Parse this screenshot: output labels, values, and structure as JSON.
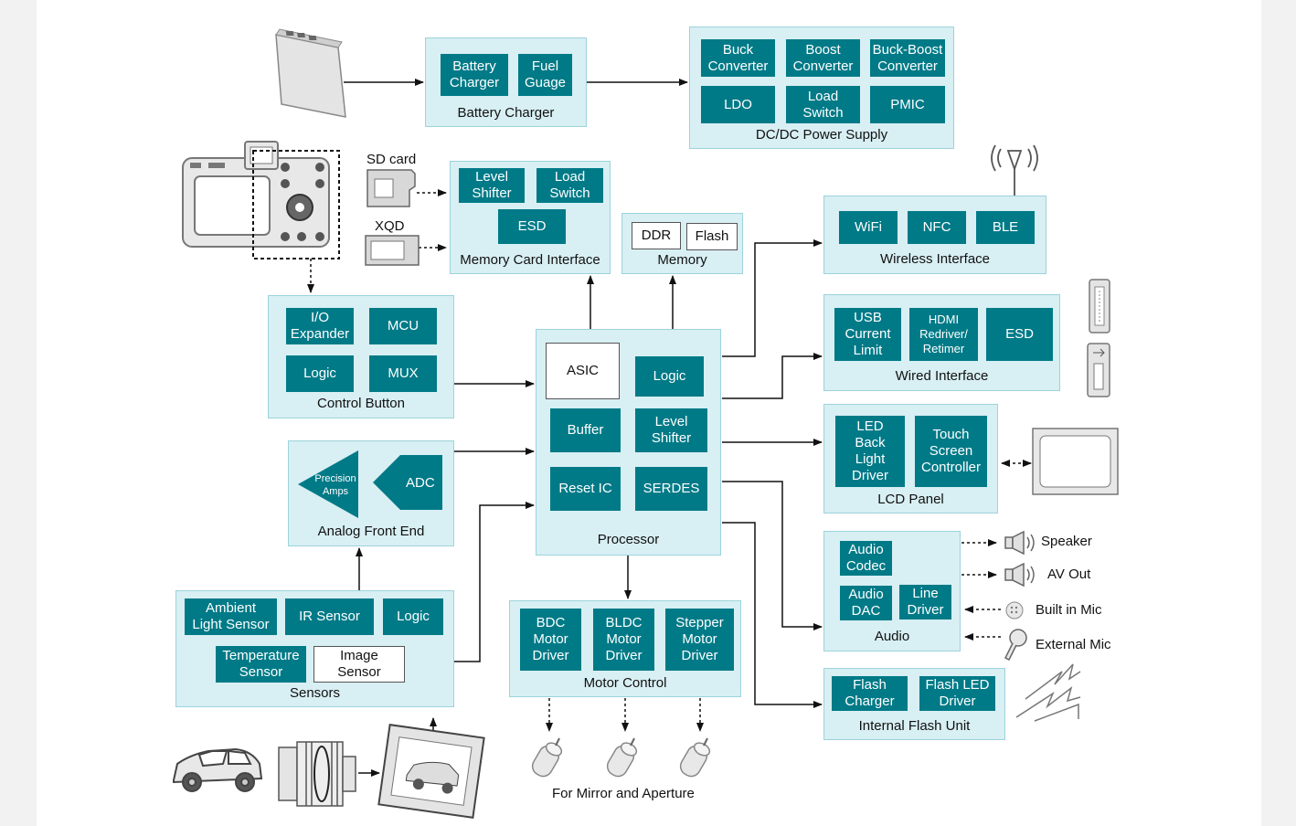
{
  "battery_charger": {
    "title": "Battery Charger",
    "blocks": [
      "Battery\nCharger",
      "Fuel\nGuage"
    ]
  },
  "power_supply": {
    "title": "DC/DC Power Supply",
    "blocks": [
      "Buck\nConverter",
      "Boost\nConverter",
      "Buck-Boost\nConverter",
      "LDO",
      "Load\nSwitch",
      "PMIC"
    ]
  },
  "memory_card": {
    "title": "Memory Card Interface",
    "blocks": [
      "Level\nShifter",
      "Load\nSwitch",
      "ESD"
    ],
    "sd_label": "SD card",
    "xqd_label": "XQD"
  },
  "memory": {
    "title": "Memory",
    "blocks": [
      "DDR",
      "Flash"
    ]
  },
  "wireless": {
    "title": "Wireless Interface",
    "blocks": [
      "WiFi",
      "NFC",
      "BLE"
    ]
  },
  "wired": {
    "title": "Wired Interface",
    "blocks": [
      "USB\nCurrent\nLimit",
      "HDMI\nRedriver/\nRetimer",
      "ESD"
    ]
  },
  "control_button": {
    "title": "Control Button",
    "blocks": [
      "I/O\nExpander",
      "MCU",
      "Logic",
      "MUX"
    ]
  },
  "processor": {
    "title": "Processor",
    "blocks": [
      "ASIC",
      "Logic",
      "Buffer",
      "Level\nShifter",
      "Reset IC",
      "SERDES"
    ]
  },
  "afe": {
    "title": "Analog Front End",
    "amp_label": "Precision\nAmps",
    "adc_label": "ADC"
  },
  "lcd": {
    "title": "LCD Panel",
    "blocks": [
      "LED\nBack\nLight\nDriver",
      "Touch\nScreen\nController"
    ]
  },
  "audio": {
    "title": "Audio",
    "blocks": [
      "Audio\nCodec",
      "Audio\nDAC",
      "Line\nDriver"
    ],
    "io": [
      "Speaker",
      "AV Out",
      "Built in Mic",
      "External Mic"
    ]
  },
  "sensors": {
    "title": "Sensors",
    "blocks": [
      "Ambient\nLight Sensor",
      "IR Sensor",
      "Logic",
      "Temperature\nSensor",
      "Image\nSensor"
    ]
  },
  "motor": {
    "title": "Motor Control",
    "blocks": [
      "BDC\nMotor\nDriver",
      "BLDC\nMotor\nDriver",
      "Stepper\nMotor\nDriver"
    ],
    "caption": "For Mirror and Aperture"
  },
  "flash_unit": {
    "title": "Internal Flash Unit",
    "blocks": [
      "Flash\nCharger",
      "Flash LED\nDriver"
    ]
  },
  "colors": {
    "block": "#007a87",
    "group": "#d8eff3",
    "group_border": "#9dd3dc"
  },
  "icons": [
    "battery-icon",
    "camera-icon",
    "sd-card-icon",
    "xqd-card-icon",
    "antenna-icon",
    "hdmi-port-icon",
    "usb-port-icon",
    "display-icon",
    "speaker-icon",
    "microphone-icon",
    "lightning-icon",
    "car-icon",
    "lens-icon",
    "photo-icon",
    "motor-icon"
  ]
}
